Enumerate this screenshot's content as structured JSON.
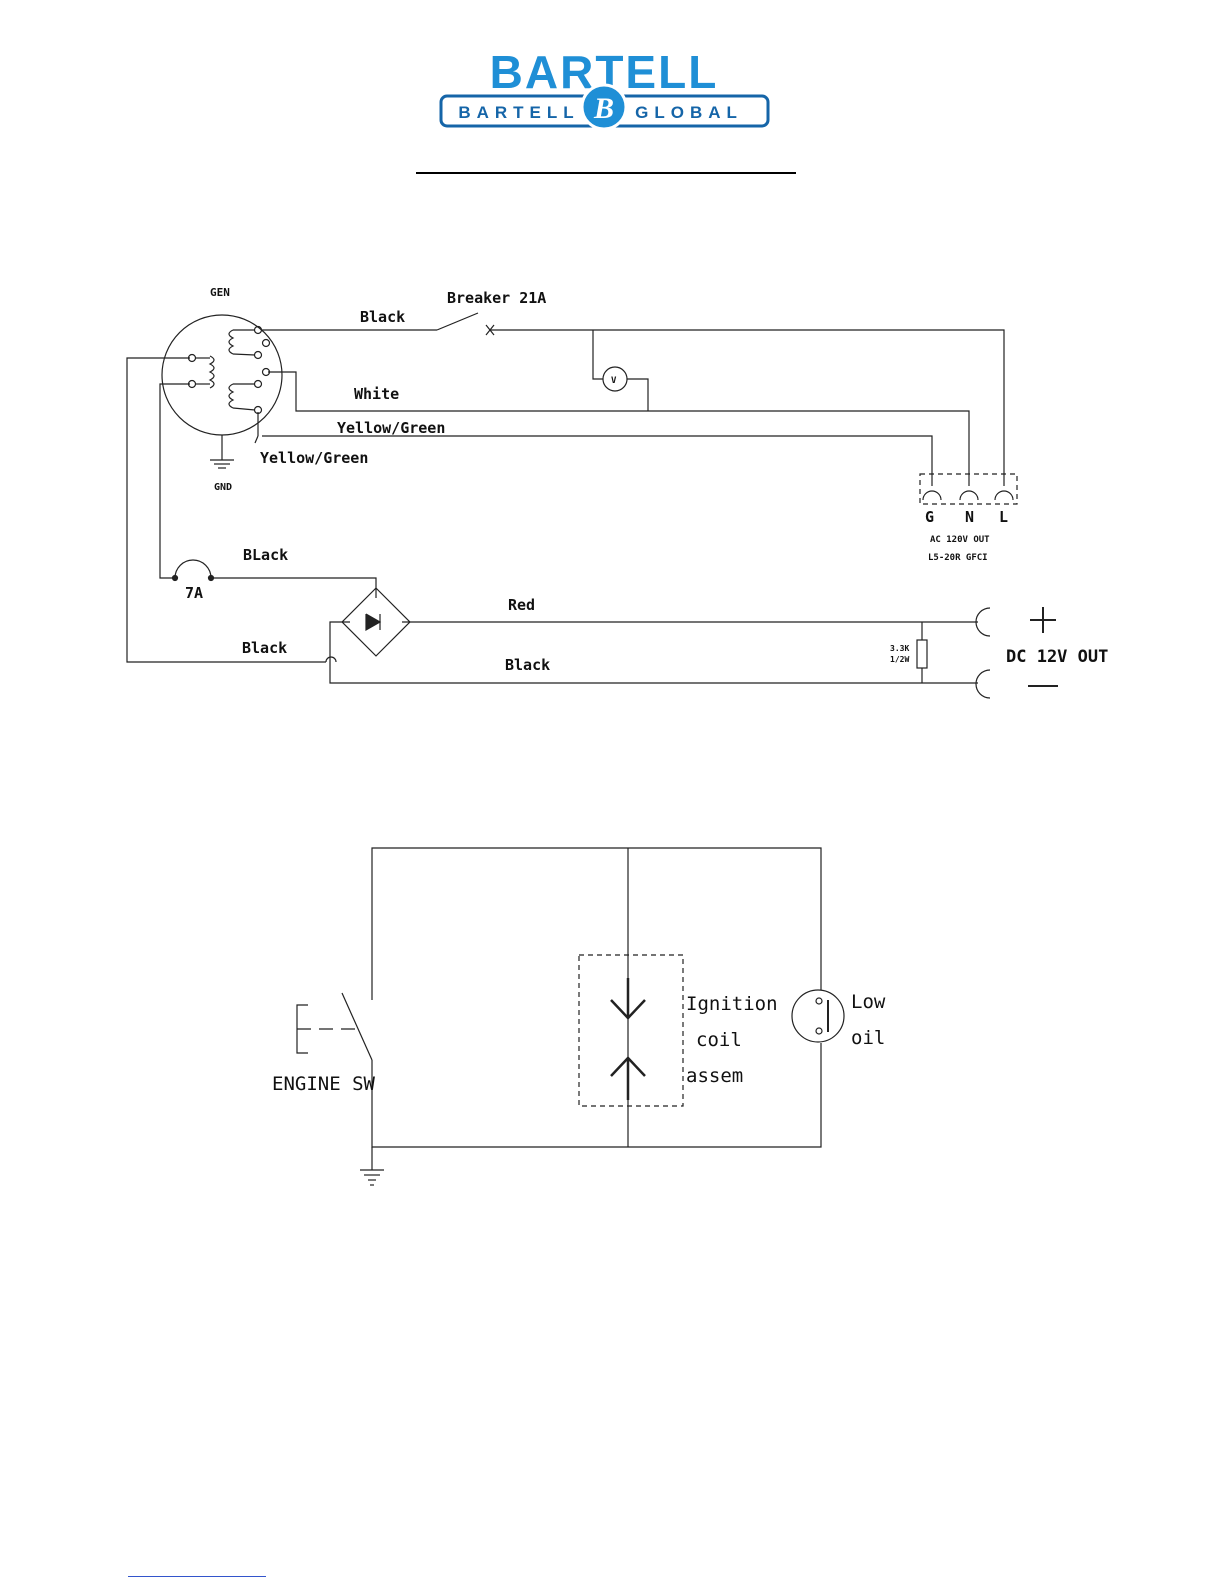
{
  "logo": {
    "brand": "BARTELL",
    "left_word": "BARTELL",
    "right_word": "GLOBAL",
    "emblem_letter": "B",
    "colors": {
      "primary": "#1f8fd6",
      "dark": "#1565a8"
    }
  },
  "generator_diagram": {
    "generator": "GEN",
    "ground": "GND",
    "wire_black_top": "Black",
    "breaker": "Breaker 21A",
    "wire_white": "White",
    "wire_yg_top": "Yellow/Green",
    "wire_yg_lower": "Yellow/Green",
    "voltmeter": "V",
    "receptacle": {
      "g": "G",
      "n": "N",
      "l": "L",
      "line1": "AC 120V OUT",
      "line2": "L5-20R GFCI"
    },
    "fuse": "7A",
    "wire_black_fuse": "BLack",
    "wire_red": "Red",
    "wire_black_left": "Black",
    "wire_black_bottom": "Black",
    "resistor": {
      "line1": "3.3K",
      "line2": "1/2W"
    },
    "dc_out": "DC 12V OUT"
  },
  "ignition_diagram": {
    "engine_switch": "ENGINE SW",
    "coil": [
      "Ignition",
      "coil",
      "assem"
    ],
    "low_oil": [
      "Low",
      "oil"
    ]
  }
}
